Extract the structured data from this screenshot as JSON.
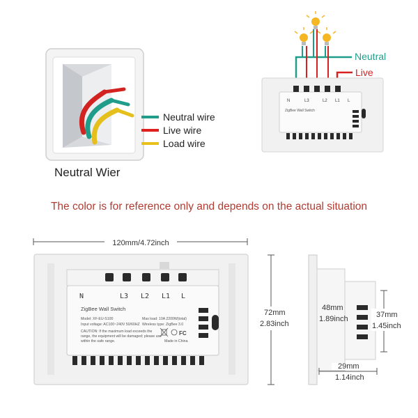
{
  "wire_box": {
    "caption": "Neutral Wier"
  },
  "legend": {
    "items": [
      {
        "label": "Neutral wire",
        "color": "#1f9c8a"
      },
      {
        "label": "Live wire",
        "color": "#e0201e"
      },
      {
        "label": "Load wire",
        "color": "#e8c21a"
      }
    ]
  },
  "wiring": {
    "neutral_label": "Neutral",
    "live_label": "Live",
    "neutral_color": "#1f9c8a",
    "live_color": "#d92020",
    "terminals": [
      "N",
      "L3",
      "L2",
      "L1",
      "L"
    ]
  },
  "note": {
    "text": "The color is for reference only and depends on the actual situation",
    "color": "#b23b32"
  },
  "device": {
    "title": "ZigBee Wall Switch",
    "model": "Model: XF-EU-S100",
    "input_voltage": "Input voltage: AC100~240V 50/60HZ",
    "max_load": "Max load: 10A 2200W(total)",
    "wireless": "Wireless type: ZigBee 3.0",
    "caution_1": "CAUTION: If the maximum load exceeds the",
    "caution_2": "range, the equipment will be damaged; please use",
    "caution_3": "within the safe range.",
    "made_in": "Made in China",
    "cert": "FC",
    "terminals": [
      "N",
      "L3",
      "L2",
      "L1",
      "L"
    ]
  },
  "dimensions": {
    "width": "120mm/4.72inch",
    "height_mm": "72mm",
    "height_in": "2.83inch",
    "depth_mm": "48mm",
    "depth_in": "1.89inch",
    "body_mm": "37mm",
    "body_in": "1.45inch",
    "base_mm": "29mm",
    "base_in": "1.14inch"
  }
}
